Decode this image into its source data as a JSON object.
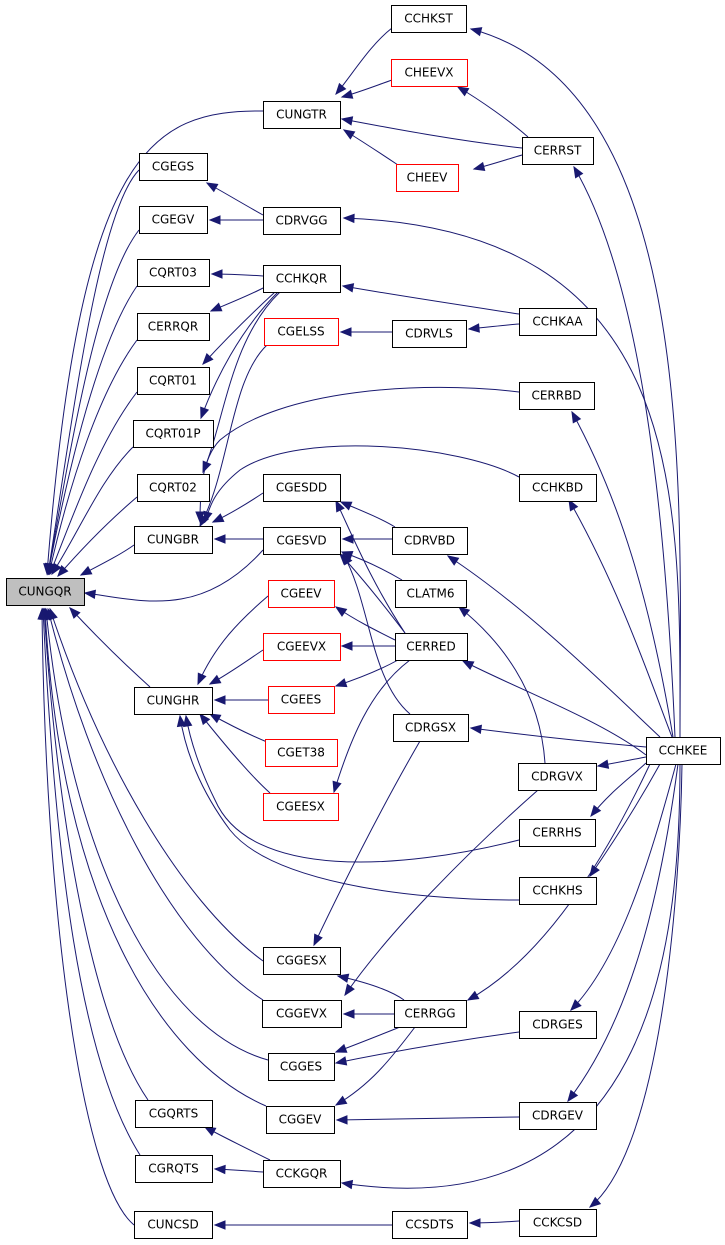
{
  "diagram": {
    "colors": {
      "edge": "#191970",
      "box_border": "#000000",
      "box_border_doc_missing": "#ff0000",
      "root_fill": "#bfbfbf",
      "background": "#ffffff"
    },
    "root": "CUNGQR",
    "nodes": [
      {
        "id": "CUNGQR",
        "label": "CUNGQR",
        "style": "root"
      },
      {
        "id": "CCHKST",
        "label": "CCHKST",
        "style": "normal"
      },
      {
        "id": "CHEEVX",
        "label": "CHEEVX",
        "style": "red"
      },
      {
        "id": "CUNGTR",
        "label": "CUNGTR",
        "style": "normal"
      },
      {
        "id": "CERRST",
        "label": "CERRST",
        "style": "normal"
      },
      {
        "id": "CHEEV",
        "label": "CHEEV",
        "style": "red"
      },
      {
        "id": "CGEGS",
        "label": "CGEGS",
        "style": "normal"
      },
      {
        "id": "CGEGV",
        "label": "CGEGV",
        "style": "normal"
      },
      {
        "id": "CDRVGG",
        "label": "CDRVGG",
        "style": "normal"
      },
      {
        "id": "CQRT03",
        "label": "CQRT03",
        "style": "normal"
      },
      {
        "id": "CCHKQR",
        "label": "CCHKQR",
        "style": "normal"
      },
      {
        "id": "CERRQR",
        "label": "CERRQR",
        "style": "normal"
      },
      {
        "id": "CGELSS",
        "label": "CGELSS",
        "style": "red"
      },
      {
        "id": "CDRVLS",
        "label": "CDRVLS",
        "style": "normal"
      },
      {
        "id": "CCHKAA",
        "label": "CCHKAA",
        "style": "normal"
      },
      {
        "id": "CQRT01",
        "label": "CQRT01",
        "style": "normal"
      },
      {
        "id": "CERRBD",
        "label": "CERRBD",
        "style": "normal"
      },
      {
        "id": "CQRT01P",
        "label": "CQRT01P",
        "style": "normal"
      },
      {
        "id": "CQRT02",
        "label": "CQRT02",
        "style": "normal"
      },
      {
        "id": "CGESDD",
        "label": "CGESDD",
        "style": "normal"
      },
      {
        "id": "CCHKBD",
        "label": "CCHKBD",
        "style": "normal"
      },
      {
        "id": "CUNGBR",
        "label": "CUNGBR",
        "style": "normal"
      },
      {
        "id": "CGESVD",
        "label": "CGESVD",
        "style": "normal"
      },
      {
        "id": "CDRVBD",
        "label": "CDRVBD",
        "style": "normal"
      },
      {
        "id": "CGEEV",
        "label": "CGEEV",
        "style": "red"
      },
      {
        "id": "CLATM6",
        "label": "CLATM6",
        "style": "normal"
      },
      {
        "id": "CGEEVX",
        "label": "CGEEVX",
        "style": "red"
      },
      {
        "id": "CERRED",
        "label": "CERRED",
        "style": "normal"
      },
      {
        "id": "CUNGHR",
        "label": "CUNGHR",
        "style": "normal"
      },
      {
        "id": "CGEES",
        "label": "CGEES",
        "style": "red"
      },
      {
        "id": "CDRGSX",
        "label": "CDRGSX",
        "style": "normal"
      },
      {
        "id": "CGET38",
        "label": "CGET38",
        "style": "red"
      },
      {
        "id": "CCHKEE",
        "label": "CCHKEE",
        "style": "normal"
      },
      {
        "id": "CDRGVX",
        "label": "CDRGVX",
        "style": "normal"
      },
      {
        "id": "CGEESX",
        "label": "CGEESX",
        "style": "red"
      },
      {
        "id": "CERRHS",
        "label": "CERRHS",
        "style": "normal"
      },
      {
        "id": "CCHKHS",
        "label": "CCHKHS",
        "style": "normal"
      },
      {
        "id": "CGGESX",
        "label": "CGGESX",
        "style": "normal"
      },
      {
        "id": "CGGEVX",
        "label": "CGGEVX",
        "style": "normal"
      },
      {
        "id": "CERRGG",
        "label": "CERRGG",
        "style": "normal"
      },
      {
        "id": "CDRGES",
        "label": "CDRGES",
        "style": "normal"
      },
      {
        "id": "CGGES",
        "label": "CGGES",
        "style": "normal"
      },
      {
        "id": "CGQRTS",
        "label": "CGQRTS",
        "style": "normal"
      },
      {
        "id": "CGGEV",
        "label": "CGGEV",
        "style": "normal"
      },
      {
        "id": "CDRGEV",
        "label": "CDRGEV",
        "style": "normal"
      },
      {
        "id": "CGRQTS",
        "label": "CGRQTS",
        "style": "normal"
      },
      {
        "id": "CCKGQR",
        "label": "CCKGQR",
        "style": "normal"
      },
      {
        "id": "CUNCSD",
        "label": "CUNCSD",
        "style": "normal"
      },
      {
        "id": "CCSDTS",
        "label": "CCSDTS",
        "style": "normal"
      },
      {
        "id": "CCKCSD",
        "label": "CCKCSD",
        "style": "normal"
      }
    ],
    "edges": [
      {
        "from": "CCHKST",
        "to": "CUNGTR"
      },
      {
        "from": "CHEEVX",
        "to": "CUNGTR"
      },
      {
        "from": "CERRST",
        "to": "CUNGTR"
      },
      {
        "from": "CHEEV",
        "to": "CUNGTR"
      },
      {
        "from": "CERRST",
        "to": "CHEEVX"
      },
      {
        "from": "CERRST",
        "to": "CHEEV"
      },
      {
        "from": "CCHKEE",
        "to": "CCHKST"
      },
      {
        "from": "CCHKEE",
        "to": "CERRST"
      },
      {
        "from": "CUNGTR",
        "to": "CUNGQR"
      },
      {
        "from": "CDRVGG",
        "to": "CGEGS"
      },
      {
        "from": "CDRVGG",
        "to": "CGEGV"
      },
      {
        "from": "CCHKEE",
        "to": "CDRVGG"
      },
      {
        "from": "CGEGS",
        "to": "CUNGQR"
      },
      {
        "from": "CGEGV",
        "to": "CUNGQR"
      },
      {
        "from": "CCHKQR",
        "to": "CQRT03"
      },
      {
        "from": "CCHKQR",
        "to": "CERRQR"
      },
      {
        "from": "CCHKQR",
        "to": "CQRT01"
      },
      {
        "from": "CCHKQR",
        "to": "CQRT01P"
      },
      {
        "from": "CCHKQR",
        "to": "CQRT02"
      },
      {
        "from": "CCHKAA",
        "to": "CCHKQR"
      },
      {
        "from": "CCHKAA",
        "to": "CDRVLS"
      },
      {
        "from": "CDRVLS",
        "to": "CGELSS"
      },
      {
        "from": "CGELSS",
        "to": "CUNGBR"
      },
      {
        "from": "CQRT03",
        "to": "CUNGQR"
      },
      {
        "from": "CERRQR",
        "to": "CUNGQR"
      },
      {
        "from": "CQRT01",
        "to": "CUNGQR"
      },
      {
        "from": "CQRT01P",
        "to": "CUNGQR"
      },
      {
        "from": "CQRT02",
        "to": "CUNGQR"
      },
      {
        "from": "CERRBD",
        "to": "CUNGBR"
      },
      {
        "from": "CCHKBD",
        "to": "CUNGBR"
      },
      {
        "from": "CCHKEE",
        "to": "CERRBD"
      },
      {
        "from": "CCHKEE",
        "to": "CCHKBD"
      },
      {
        "from": "CGESDD",
        "to": "CUNGBR"
      },
      {
        "from": "CGESVD",
        "to": "CUNGBR"
      },
      {
        "from": "CDRVBD",
        "to": "CGESDD"
      },
      {
        "from": "CDRVBD",
        "to": "CGESVD"
      },
      {
        "from": "CERRED",
        "to": "CGESDD"
      },
      {
        "from": "CERRED",
        "to": "CGESVD"
      },
      {
        "from": "CLATM6",
        "to": "CGESVD"
      },
      {
        "from": "CDRGSX",
        "to": "CGESVD"
      },
      {
        "from": "CCHKEE",
        "to": "CDRVBD"
      },
      {
        "from": "CUNGBR",
        "to": "CUNGQR"
      },
      {
        "from": "CGESVD",
        "to": "CUNGQR"
      },
      {
        "from": "CGEEV",
        "to": "CUNGHR"
      },
      {
        "from": "CGEEVX",
        "to": "CUNGHR"
      },
      {
        "from": "CGEES",
        "to": "CUNGHR"
      },
      {
        "from": "CGET38",
        "to": "CUNGHR"
      },
      {
        "from": "CGEESX",
        "to": "CUNGHR"
      },
      {
        "from": "CERRHS",
        "to": "CUNGHR"
      },
      {
        "from": "CCHKHS",
        "to": "CUNGHR"
      },
      {
        "from": "CERRED",
        "to": "CGEEV"
      },
      {
        "from": "CERRED",
        "to": "CGEEVX"
      },
      {
        "from": "CERRED",
        "to": "CGEES"
      },
      {
        "from": "CERRED",
        "to": "CGEESX"
      },
      {
        "from": "CDRGVX",
        "to": "CLATM6"
      },
      {
        "from": "CCHKEE",
        "to": "CERRED"
      },
      {
        "from": "CCHKEE",
        "to": "CDRGSX"
      },
      {
        "from": "CCHKEE",
        "to": "CDRGVX"
      },
      {
        "from": "CCHKEE",
        "to": "CERRHS"
      },
      {
        "from": "CCHKEE",
        "to": "CCHKHS"
      },
      {
        "from": "CUNGHR",
        "to": "CUNGQR"
      },
      {
        "from": "CDRGSX",
        "to": "CGGESX"
      },
      {
        "from": "CDRGVX",
        "to": "CGGEVX"
      },
      {
        "from": "CERRGG",
        "to": "CGGESX"
      },
      {
        "from": "CERRGG",
        "to": "CGGEVX"
      },
      {
        "from": "CERRGG",
        "to": "CGGES"
      },
      {
        "from": "CERRGG",
        "to": "CGGEV"
      },
      {
        "from": "CDRGES",
        "to": "CGGES"
      },
      {
        "from": "CDRGEV",
        "to": "CGGEV"
      },
      {
        "from": "CCHKEE",
        "to": "CERRGG"
      },
      {
        "from": "CCHKEE",
        "to": "CDRGES"
      },
      {
        "from": "CCHKEE",
        "to": "CDRGEV"
      },
      {
        "from": "CGGESX",
        "to": "CUNGQR"
      },
      {
        "from": "CGGEVX",
        "to": "CUNGQR"
      },
      {
        "from": "CGGES",
        "to": "CUNGQR"
      },
      {
        "from": "CGGEV",
        "to": "CUNGQR"
      },
      {
        "from": "CCKGQR",
        "to": "CGQRTS"
      },
      {
        "from": "CCKGQR",
        "to": "CGRQTS"
      },
      {
        "from": "CCHKEE",
        "to": "CCKGQR"
      },
      {
        "from": "CGQRTS",
        "to": "CUNGQR"
      },
      {
        "from": "CGRQTS",
        "to": "CUNGQR"
      },
      {
        "from": "CCSDTS",
        "to": "CUNCSD"
      },
      {
        "from": "CCKCSD",
        "to": "CCSDTS"
      },
      {
        "from": "CCHKEE",
        "to": "CCKCSD"
      },
      {
        "from": "CUNCSD",
        "to": "CUNGQR"
      }
    ]
  }
}
